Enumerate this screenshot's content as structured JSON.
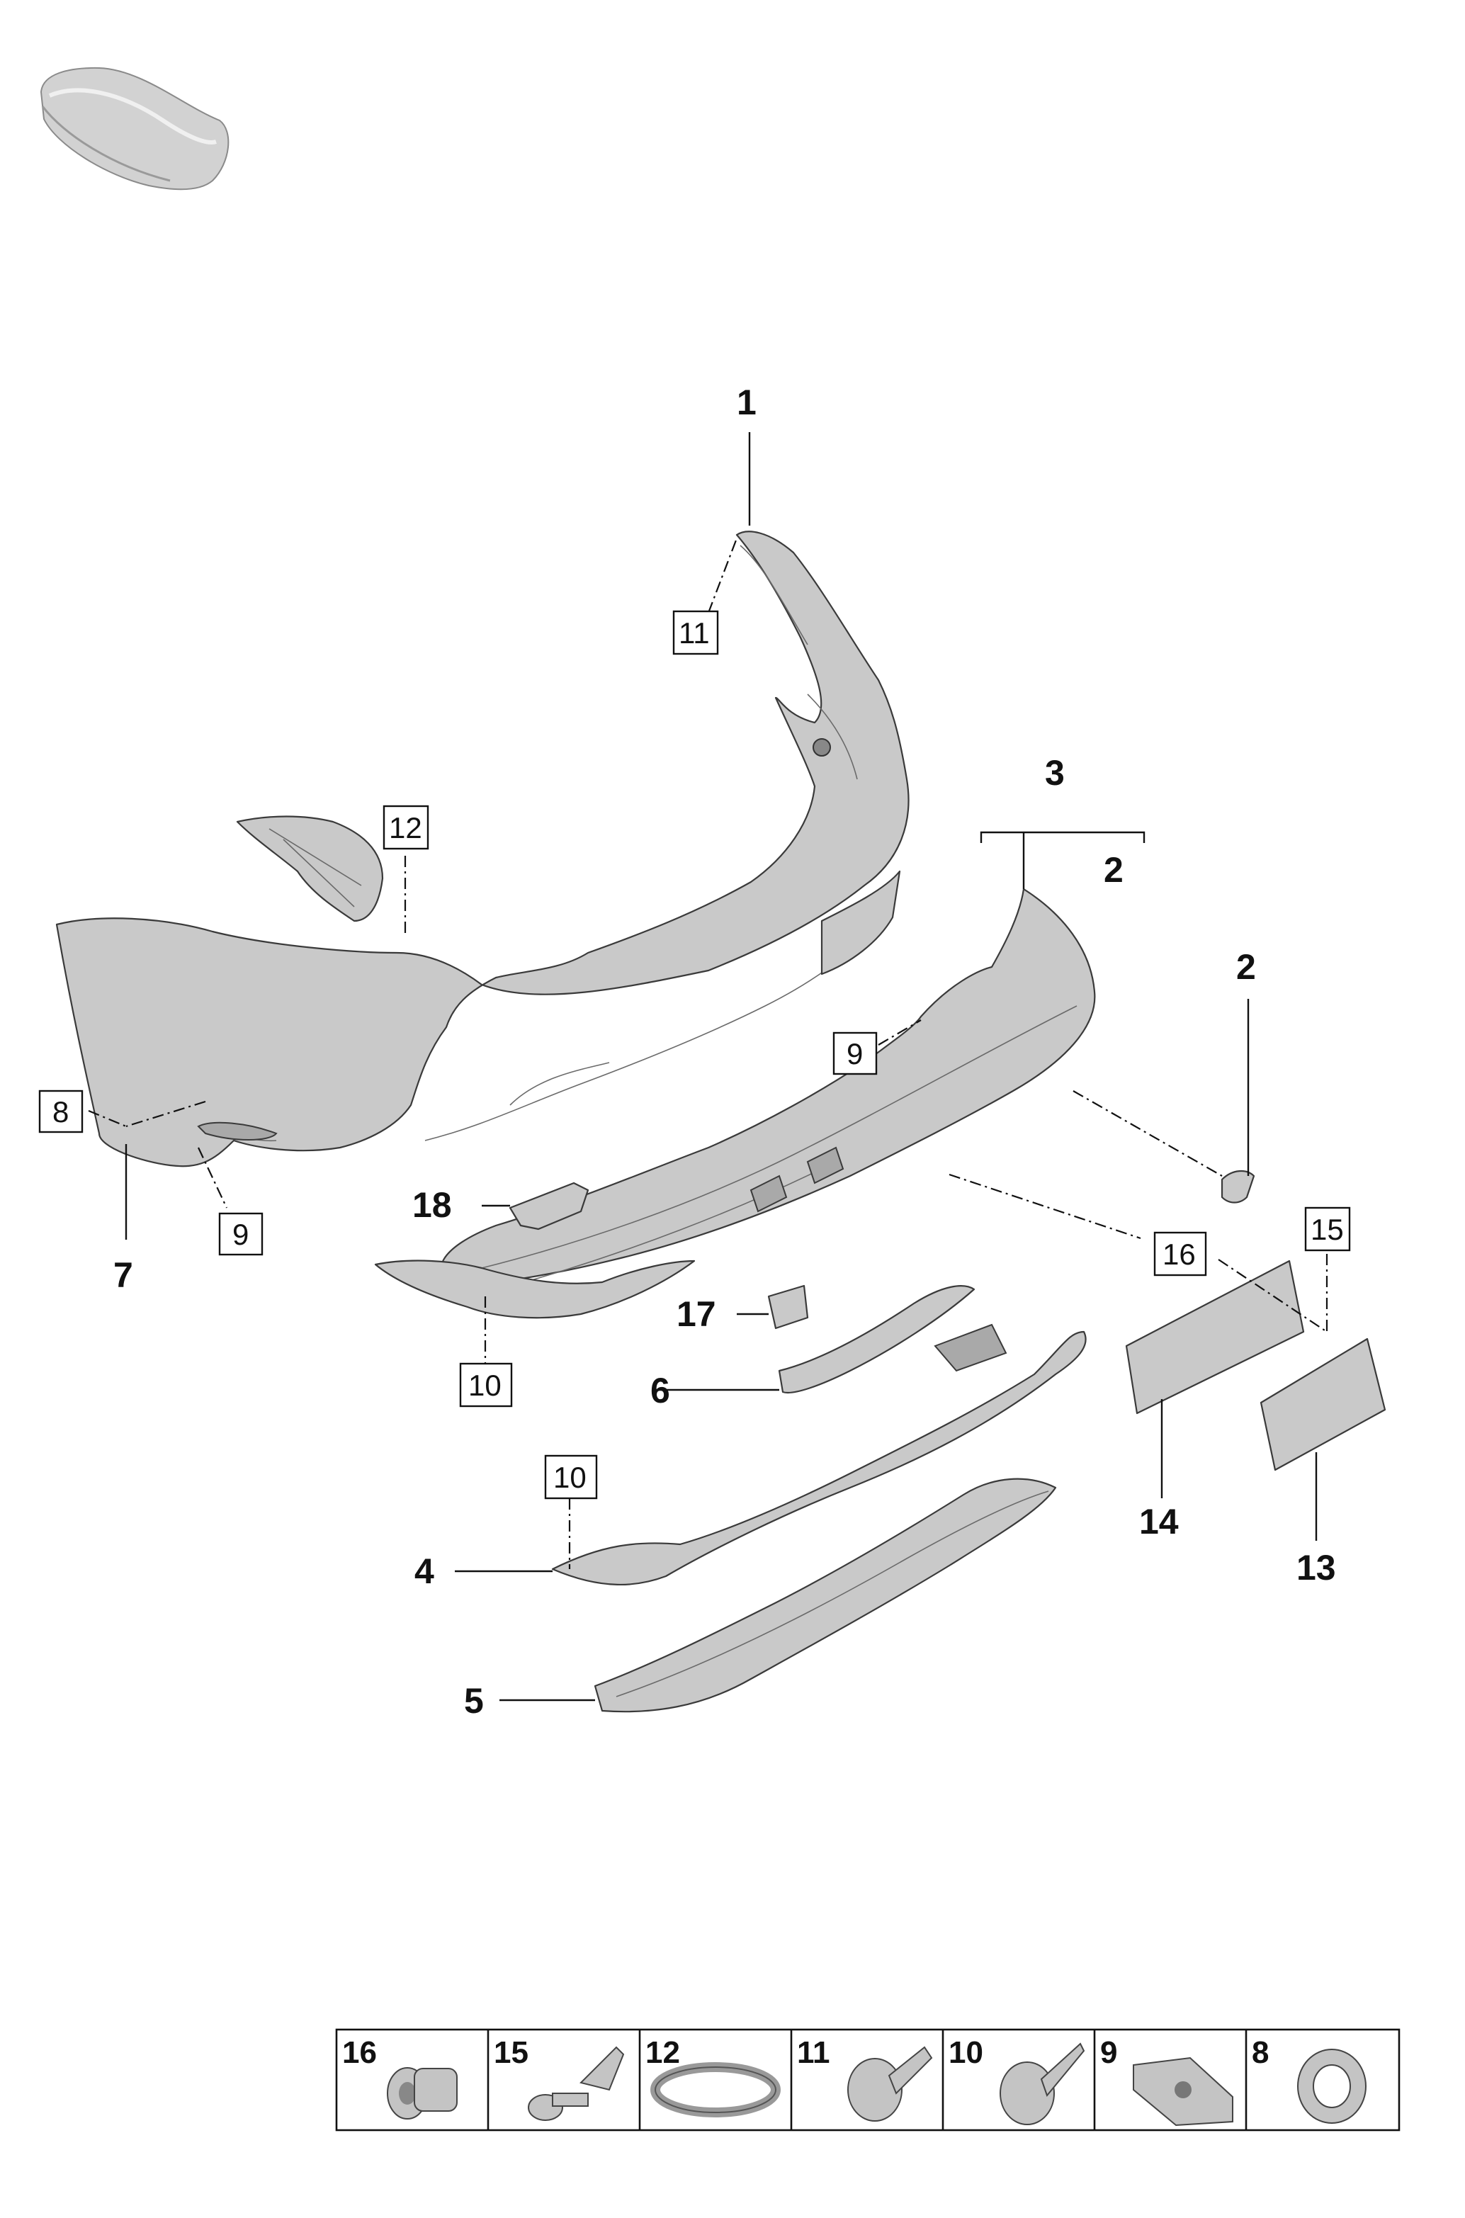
{
  "callouts": {
    "c1": "1",
    "c2a": "2",
    "c2b": "2",
    "c3": "3",
    "c4": "4",
    "c5": "5",
    "c6": "6",
    "c7": "7",
    "c13": "13",
    "c14": "14",
    "c17": "17",
    "c18": "18"
  },
  "boxed_refs": {
    "b8": "8",
    "b9a": "9",
    "b9b": "9",
    "b10a": "10",
    "b10b": "10",
    "b11": "11",
    "b12": "12",
    "b15": "15",
    "b16": "16"
  },
  "fastener_table": [
    {
      "number": "16",
      "icon": "expanding-nut-icon"
    },
    {
      "number": "15",
      "icon": "push-rivet-icon"
    },
    {
      "number": "12",
      "icon": "retaining-ring-icon"
    },
    {
      "number": "11",
      "icon": "tapping-screw-icon"
    },
    {
      "number": "10",
      "icon": "self-tapping-screw-icon"
    },
    {
      "number": "9",
      "icon": "spring-nut-icon"
    },
    {
      "number": "8",
      "icon": "grommet-icon"
    }
  ]
}
